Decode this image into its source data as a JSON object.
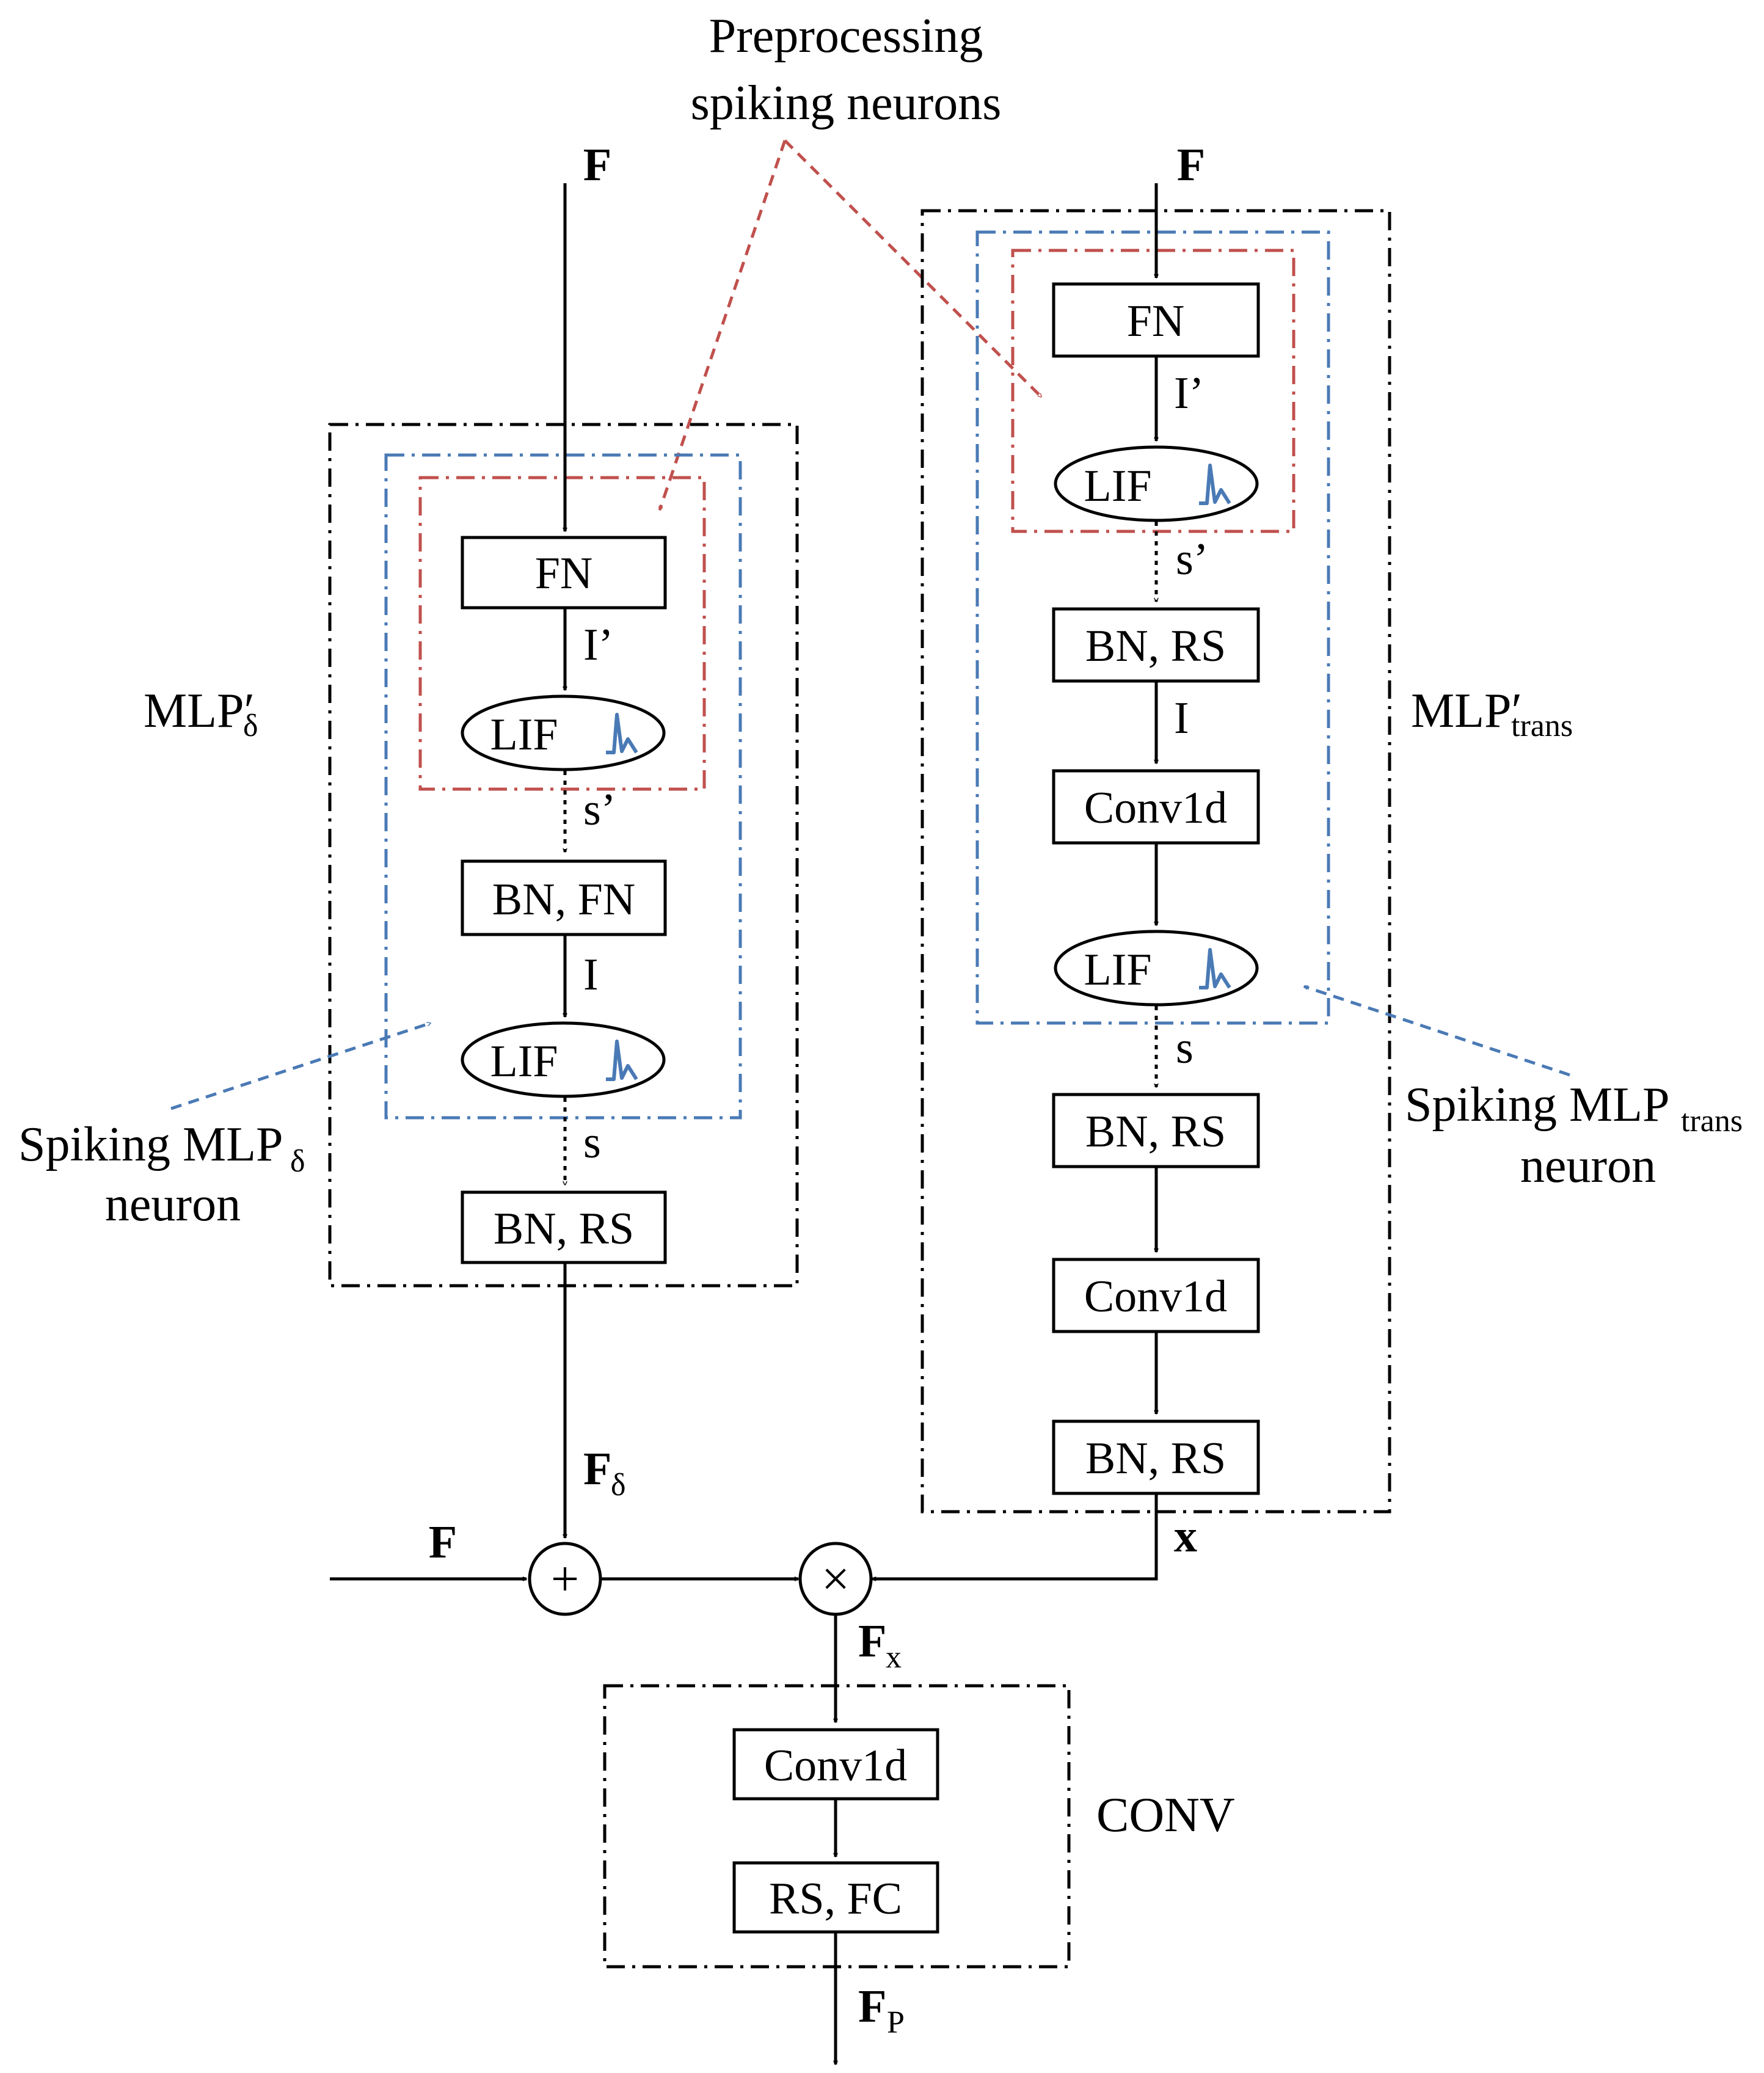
{
  "annotations": {
    "preprocessing_line1": "Preprocessing",
    "preprocessing_line2": "spiking neurons",
    "spiking_mlp_delta_line1": "Spiking MLP",
    "spiking_mlp_delta_sub": "δ",
    "spiking_mlp_delta_line2": "neuron",
    "spiking_mlp_trans_line1": "Spiking MLP",
    "spiking_mlp_trans_sub": "trans",
    "spiking_mlp_trans_line2": "neuron"
  },
  "groups": {
    "mlp_delta_label": "MLP′",
    "mlp_delta_sub": "δ",
    "mlp_trans_label": "MLP′",
    "mlp_trans_sub": "trans",
    "conv_label": "CONV"
  },
  "left_branch": {
    "input": "F",
    "fn": "FN",
    "i_prime": "I’",
    "lif1": "LIF",
    "s_prime": "s’",
    "bn_fn": "BN, FN",
    "i": "I",
    "lif2": "LIF",
    "s": "s",
    "bn_rs": "BN, RS",
    "output": "F",
    "output_sub": "δ"
  },
  "right_branch": {
    "input": "F",
    "fn": "FN",
    "i_prime": "I’",
    "lif1": "LIF",
    "s_prime": "s’",
    "bn_rs1": "BN, RS",
    "i": "I",
    "conv1": "Conv1d",
    "lif2": "LIF",
    "s": "s",
    "bn_rs2": "BN, RS",
    "conv2": "Conv1d",
    "bn_rs3": "BN, RS",
    "output": "x"
  },
  "merge": {
    "f_input": "F",
    "plus_symbol": "+",
    "times_symbol": "×",
    "fx": "F",
    "fx_sub": "x"
  },
  "conv_block": {
    "conv": "Conv1d",
    "rs_fc": "RS, FC",
    "output": "F",
    "output_sub": "P"
  },
  "colors": {
    "red_dash": "#c0504d",
    "blue_dash": "#4a7ab5",
    "black": "#000000"
  }
}
